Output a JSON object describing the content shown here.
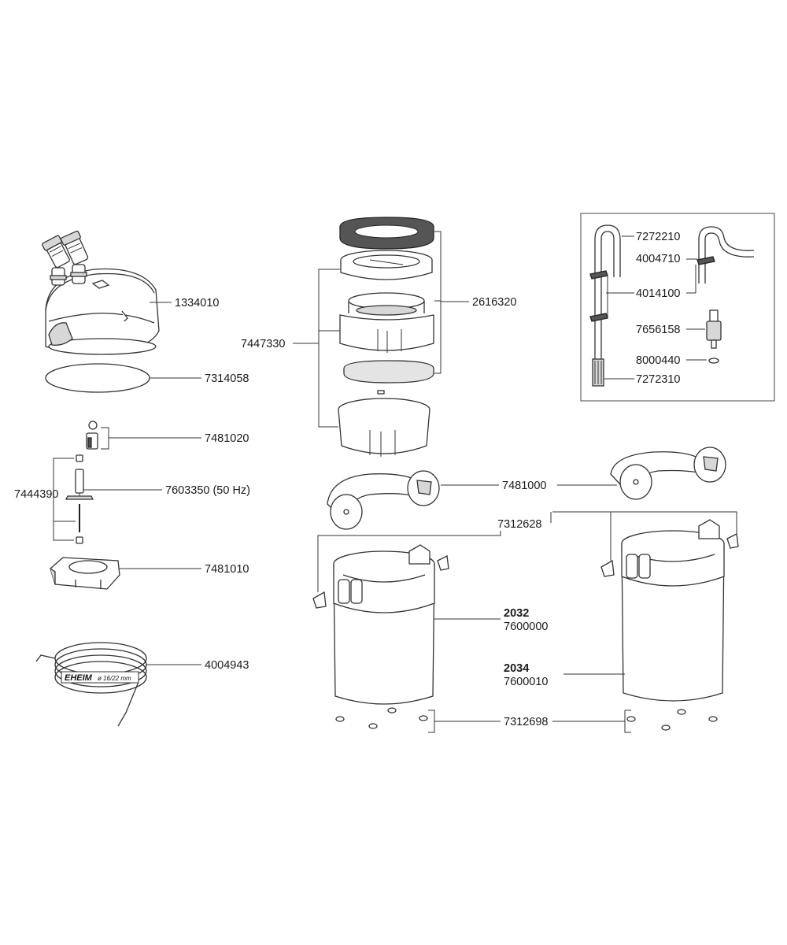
{
  "parts": {
    "p1334010": "1334010",
    "p7314058": "7314058",
    "p7481020": "7481020",
    "p7444390": "7444390",
    "p7603350": "7603350 (50 Hz)",
    "p7481010": "7481010",
    "p4004943": "4004943",
    "p7447330": "7447330",
    "p2616320": "2616320",
    "p7481000": "7481000",
    "p7312628": "7312628",
    "model_2032": "2032",
    "p7600000": "7600000",
    "model_2034": "2034",
    "p7600010": "7600010",
    "p7312698": "7312698"
  },
  "accessory_box": {
    "p7272210": "7272210",
    "p4004710": "4004710",
    "p4014100": "4014100",
    "p7656158": "7656158",
    "p8000440": "8000440",
    "p7272310": "7272310"
  },
  "hose_brand": "EHEIM",
  "hose_size": "ø 16/22 mm"
}
